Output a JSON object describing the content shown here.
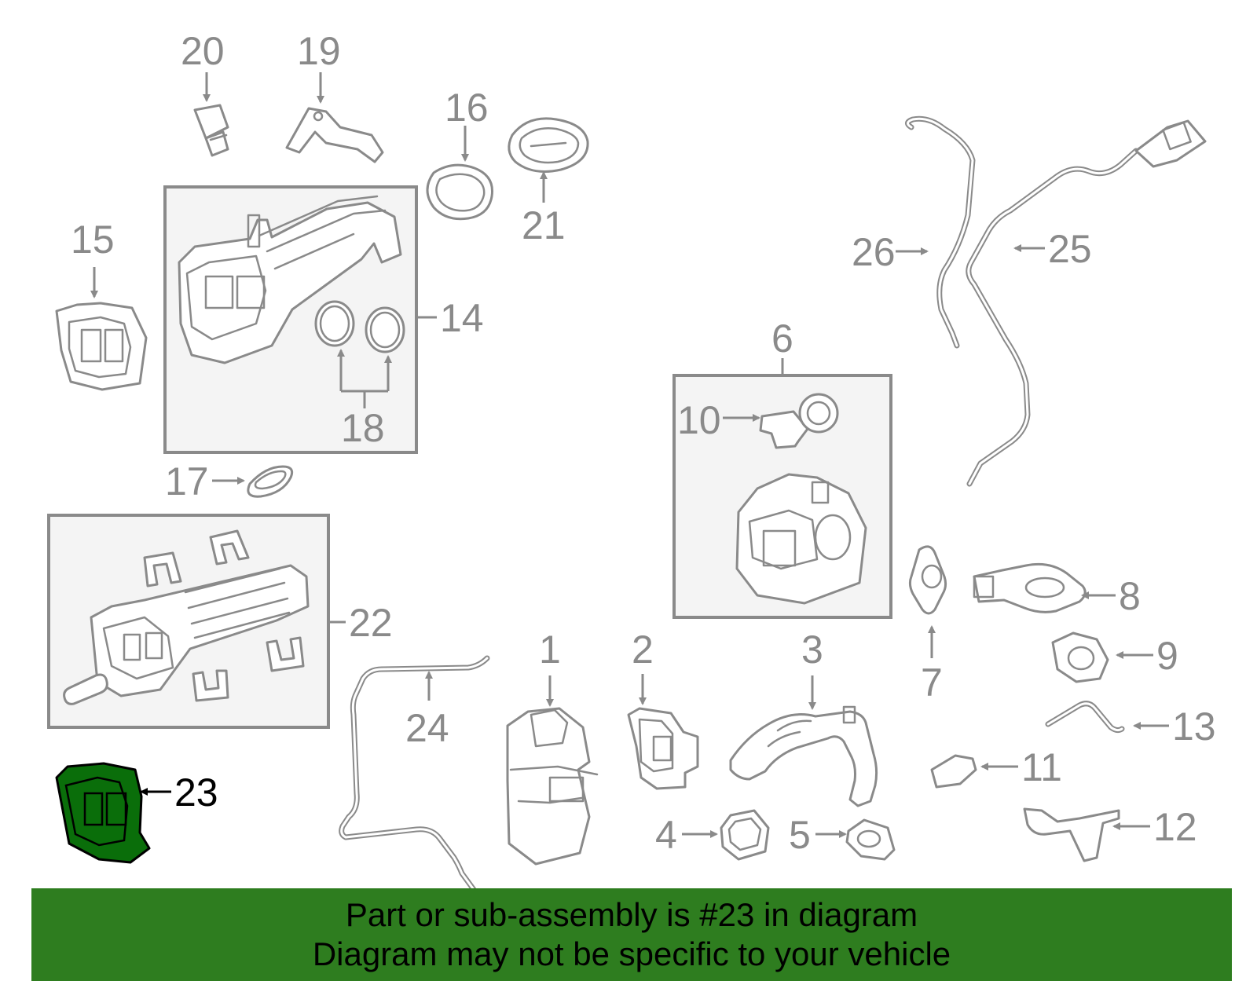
{
  "callouts": {
    "c1": "1",
    "c2": "2",
    "c3": "3",
    "c4": "4",
    "c5": "5",
    "c6": "6",
    "c7": "7",
    "c8": "8",
    "c9": "9",
    "c10": "10",
    "c11": "11",
    "c12": "12",
    "c13": "13",
    "c14": "14",
    "c15": "15",
    "c16": "16",
    "c17": "17",
    "c18": "18",
    "c19": "19",
    "c20": "20",
    "c21": "21",
    "c22": "22",
    "c23": "23",
    "c24": "24",
    "c25": "25",
    "c26": "26"
  },
  "highlighted_part": "23",
  "colors": {
    "highlight_fill": "#0a6e0a",
    "banner_bg": "#2e7d1f",
    "line_gray": "#8a8a8a"
  },
  "banner": {
    "line1": "Part or sub-assembly is #23 in diagram",
    "line2": "Diagram may not be specific to your vehicle"
  }
}
